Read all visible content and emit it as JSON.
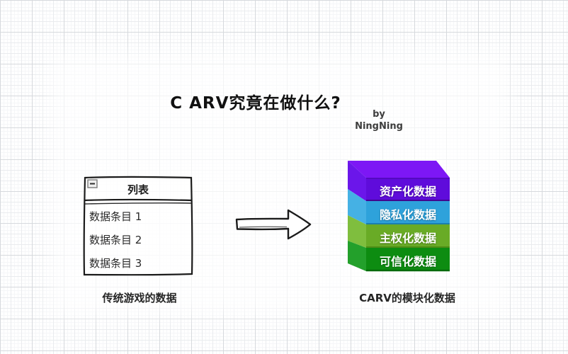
{
  "title": "C ARV究竟在做什么?",
  "byline": {
    "line1": "by",
    "line2": "NingNing"
  },
  "legacy_table": {
    "icon": "minimize-icon",
    "header": "列表",
    "rows": [
      {
        "label": "数据条目 1"
      },
      {
        "label": "数据条目 2"
      },
      {
        "label": "数据条目 3"
      }
    ],
    "caption": "传统游戏的数据"
  },
  "arrow": {
    "icon": "right-arrow-icon",
    "direction": "right"
  },
  "stack": {
    "top_color": "#7D17F5",
    "layers": [
      {
        "label": "资产化数据",
        "front_color": "#5F0CDB",
        "side_color": "#6B16EA",
        "edge_color": "#42078F"
      },
      {
        "label": "隐私化数据",
        "front_color": "#2EA2DB",
        "side_color": "#45B1E4",
        "edge_color": "#1B7FAE"
      },
      {
        "label": "主权化数据",
        "front_color": "#69AB26",
        "side_color": "#7FBE3E",
        "edge_color": "#4E8C16"
      },
      {
        "label": "可信化数据",
        "front_color": "#0D8C11",
        "side_color": "#23A02B",
        "edge_color": "#076A0B"
      }
    ],
    "caption": "CARV的模块化数据"
  }
}
